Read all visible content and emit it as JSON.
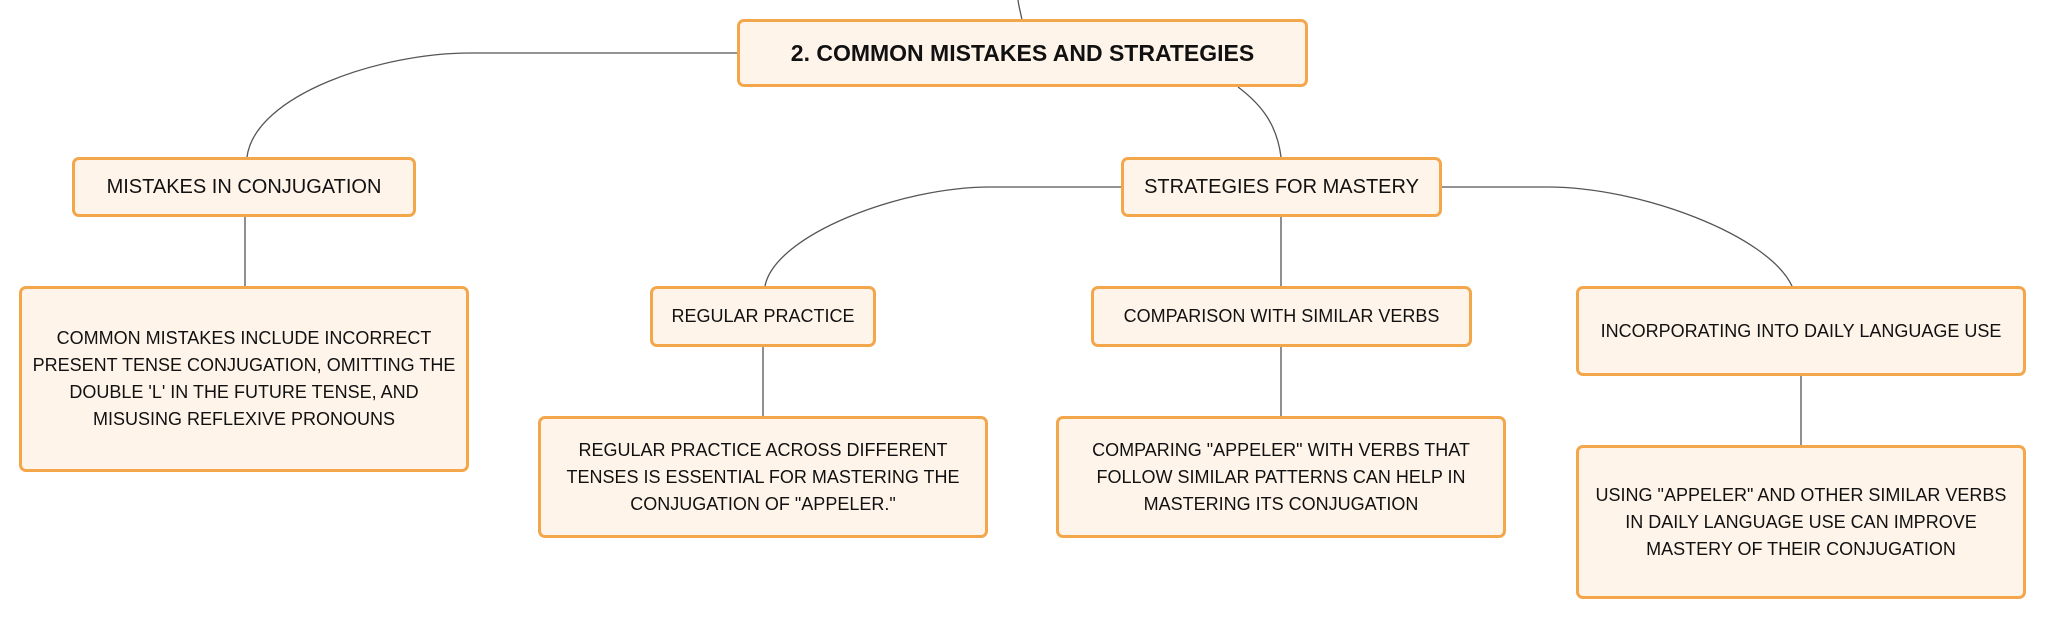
{
  "diagram": {
    "root": {
      "label": "2. COMMON MISTAKES AND STRATEGIES"
    },
    "branches": {
      "mistakes": {
        "label": "MISTAKES IN CONJUGATION",
        "detail": "COMMON MISTAKES INCLUDE INCORRECT PRESENT TENSE CONJUGATION, OMITTING THE DOUBLE 'L' IN THE FUTURE TENSE, AND MISUSING REFLEXIVE PRONOUNS"
      },
      "strategies": {
        "label": "STRATEGIES FOR MASTERY",
        "items": [
          {
            "label": "REGULAR PRACTICE",
            "detail": "REGULAR PRACTICE ACROSS DIFFERENT TENSES IS ESSENTIAL FOR MASTERING THE CONJUGATION OF \"APPELER.\""
          },
          {
            "label": "COMPARISON WITH SIMILAR VERBS",
            "detail": "COMPARING \"APPELER\" WITH VERBS THAT FOLLOW SIMILAR PATTERNS CAN HELP IN MASTERING ITS CONJUGATION"
          },
          {
            "label": "INCORPORATING INTO DAILY LANGUAGE USE",
            "detail": "USING \"APPELER\" AND OTHER SIMILAR VERBS IN DAILY LANGUAGE USE CAN IMPROVE MASTERY OF THEIR CONJUGATION"
          }
        ]
      }
    }
  }
}
